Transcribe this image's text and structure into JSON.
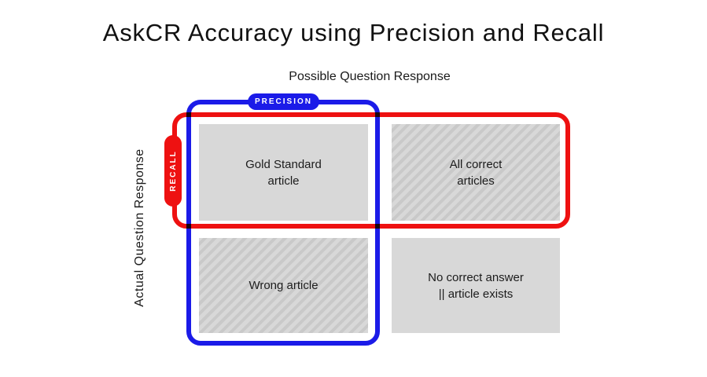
{
  "title": "AskCR Accuracy using Precision and Recall",
  "axis_labels": {
    "top": "Possible Question Response",
    "left": "Actual Question Response"
  },
  "overlays": {
    "precision": {
      "label": "PRECISION",
      "color": "#1b1be8"
    },
    "recall": {
      "label": "RECALL",
      "color": "#ee1111"
    }
  },
  "matrix": {
    "cell_background": "#d8d8d8",
    "hatch_color": "#c9c9c9",
    "cells": [
      {
        "id": "gold-standard-article",
        "label": "Gold Standard\narticle",
        "hatched": false
      },
      {
        "id": "all-correct-articles",
        "label": "All correct\narticles",
        "hatched": true
      },
      {
        "id": "wrong-article",
        "label": "Wrong article",
        "hatched": true
      },
      {
        "id": "no-correct-answer",
        "label": "No correct answer\n|| article exists",
        "hatched": false
      }
    ]
  }
}
